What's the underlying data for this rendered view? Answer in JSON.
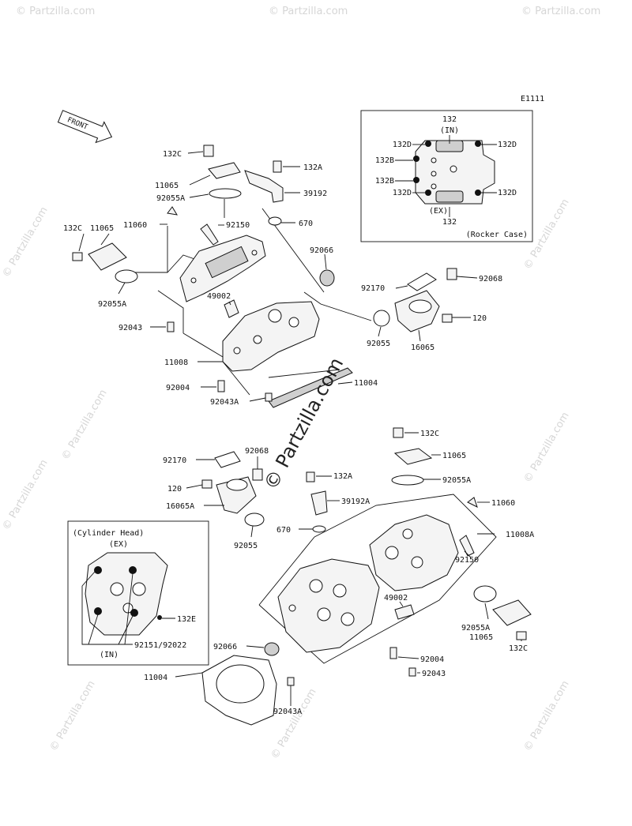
{
  "diagram_code": "E1111",
  "front_label": "FRONT",
  "center_watermark": "© Partzilla.com",
  "watermark_text": "© Partzilla.com",
  "rocker_case_box": {
    "title": "(Rocker Case)",
    "in_label": "(IN)",
    "ex_label": "(EX)",
    "labels": {
      "top": "132",
      "bottom": "132",
      "d1": "132D",
      "d2": "132D",
      "d3": "132D",
      "d4": "132D",
      "b1": "132B",
      "b2": "132B"
    }
  },
  "cylinder_head_box": {
    "title": "(Cylinder Head)",
    "ex_label": "(EX)",
    "in_label": "(IN)",
    "labels": {
      "e": "132E",
      "nut": "92151/92022"
    }
  },
  "upper_labels": {
    "p132c_a": "132C",
    "p11065_a": "11065",
    "p92055a_a": "92055A",
    "p11060_a": "11060",
    "p92150_a": "92150",
    "p132a_a": "132A",
    "p39192": "39192",
    "p670_a": "670",
    "p132c_b": "132C",
    "p11065_b": "11065",
    "p92055a_b": "92055A",
    "p92066_a": "92066",
    "p92170_a": "92170",
    "p92068_a": "92068",
    "p49002_a": "49002",
    "p120_a": "120",
    "p92043_a": "92043",
    "p92055_a": "92055",
    "p16065": "16065",
    "p11008": "11008",
    "p11004_a": "11004",
    "p92004_a": "92004",
    "p92043a_a": "92043A"
  },
  "lower_labels": {
    "p132c_c": "132C",
    "p11065_c": "11065",
    "p92068_b": "92068",
    "p92170_b": "92170",
    "p132a_b": "132A",
    "p92055a_c": "92055A",
    "p120_b": "120",
    "p39192a": "39192A",
    "p16065a": "16065A",
    "p11060_b": "11060",
    "p670_b": "670",
    "p11008a": "11008A",
    "p92055_b": "92055",
    "p92150_b": "92150",
    "p49002_b": "49002",
    "p92055a_d": "92055A",
    "p11065_d": "11065",
    "p132c_d": "132C",
    "p92066_b": "92066",
    "p92004_b": "92004",
    "p11004_b": "11004",
    "p92043_b": "92043",
    "p92043a_b": "92043A"
  }
}
